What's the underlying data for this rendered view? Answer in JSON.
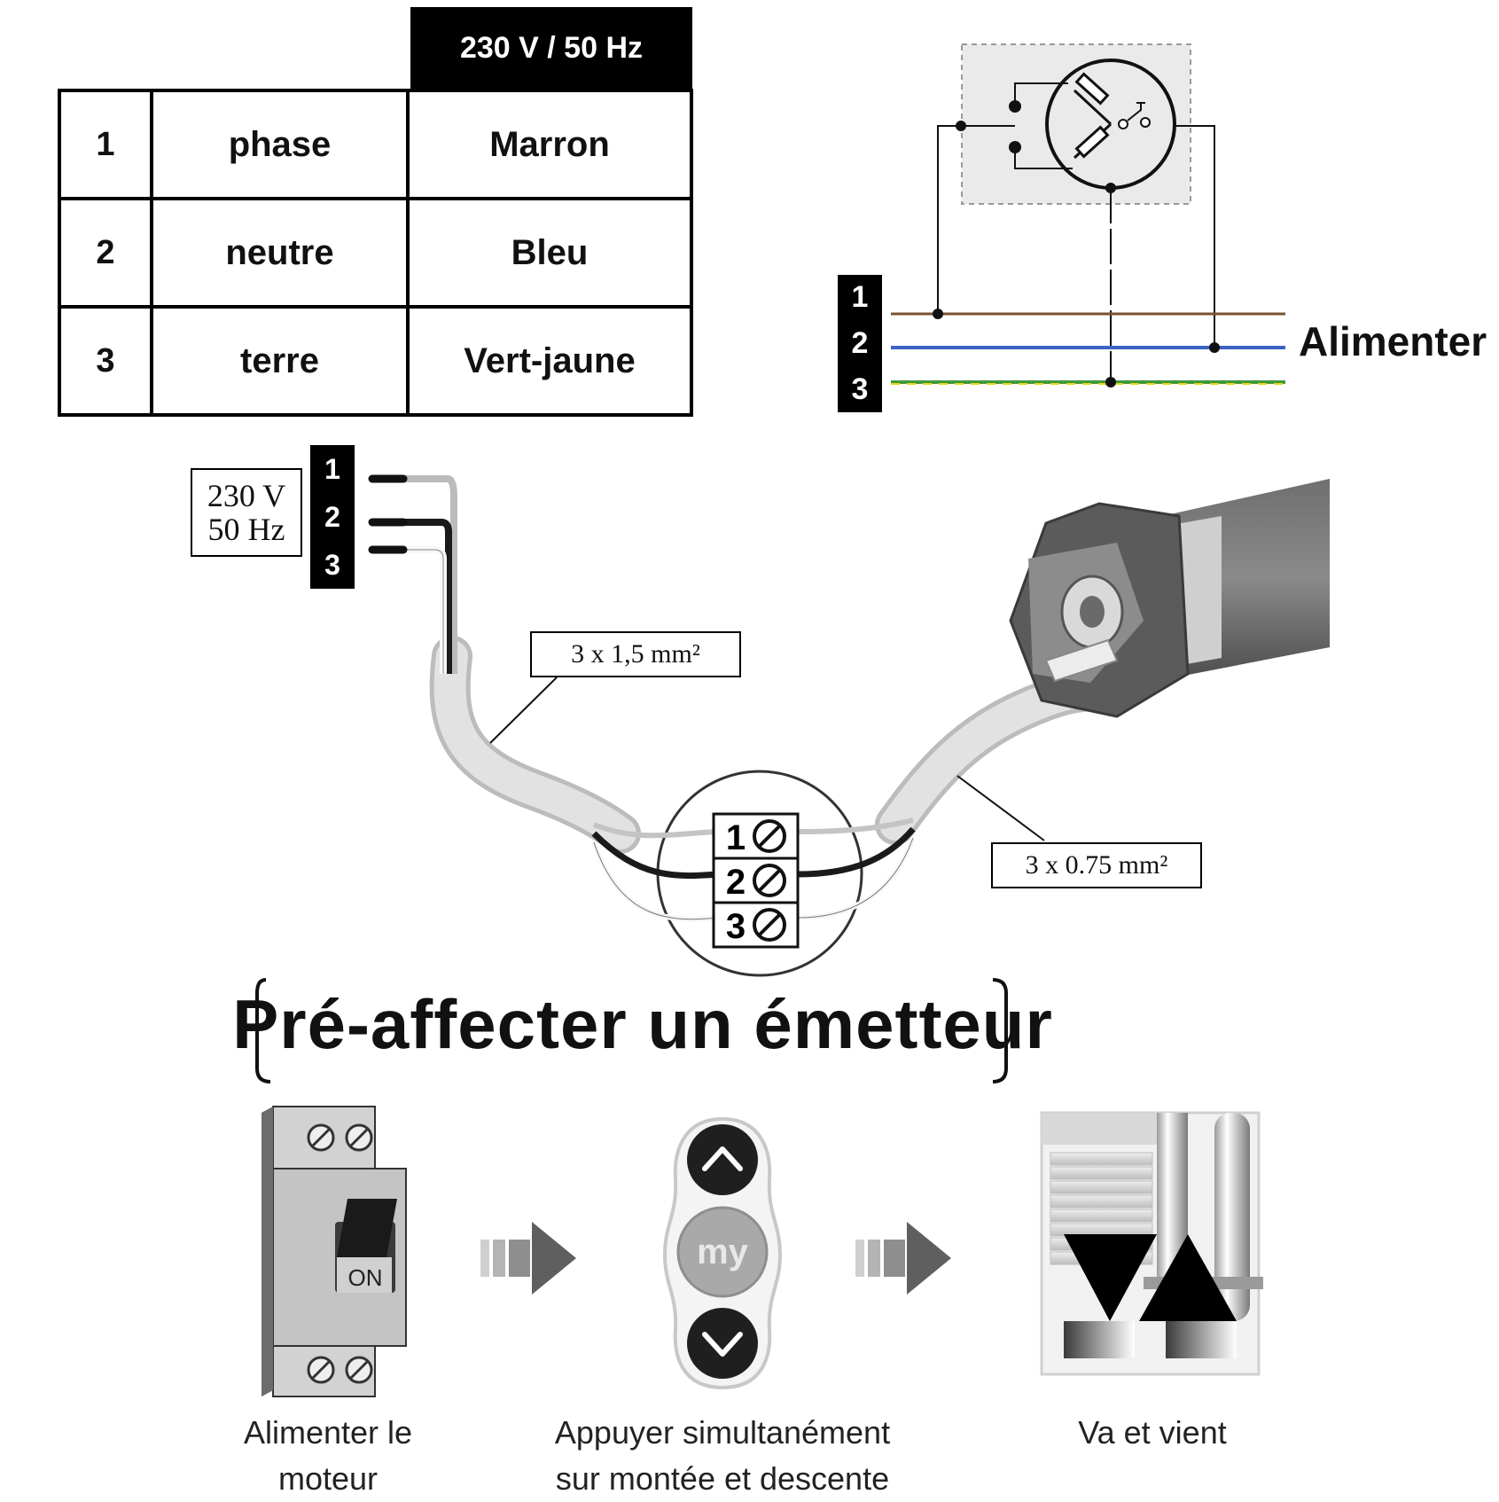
{
  "wiring_table": {
    "header": "230 V / 50 Hz",
    "rows": [
      {
        "num": "1",
        "name": "phase",
        "color": "Marron"
      },
      {
        "num": "2",
        "name": "neutre",
        "color": "Bleu"
      },
      {
        "num": "3",
        "name": "terre",
        "color": "Vert-jaune"
      }
    ]
  },
  "schematic": {
    "terminals": [
      "1",
      "2",
      "3"
    ],
    "supply_label": "Alimenter",
    "wire_colors": {
      "phase": "#7a5230",
      "neutral": "#3b63c4",
      "earth_green": "#3f9a3a",
      "earth_yellow": "#e6d51e"
    }
  },
  "wiring_illustration": {
    "supply_label_line1": "230 V",
    "supply_label_line2": "50 Hz",
    "terminals": [
      "1",
      "2",
      "3"
    ],
    "cable_supply_label": "3 x 1,5 mm²",
    "cable_motor_label": "3 x 0.75 mm²",
    "junction_terminals": [
      "1",
      "2",
      "3"
    ]
  },
  "section_title": "Pré-affecter un émetteur",
  "steps": [
    {
      "icon": "circuit-breaker-icon",
      "switch_label": "ON",
      "caption": "Alimenter le\nmoteur"
    },
    {
      "icon": "remote-control-icon",
      "button_label": "my",
      "caption": "Appuyer simultanément\nsur montée et descente"
    },
    {
      "icon": "shutter-motion-icon",
      "caption": "Va et vient"
    }
  ]
}
